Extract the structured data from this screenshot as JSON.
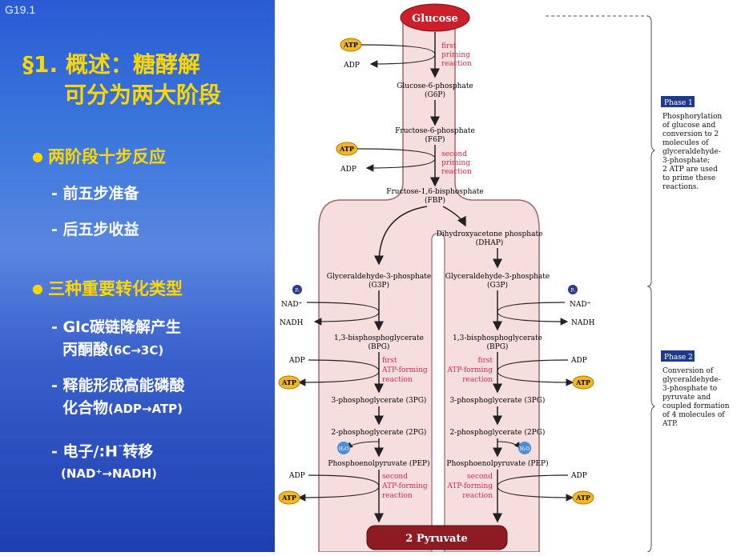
{
  "slide": {
    "id": "G19.1",
    "title_line1": "§1. 概述：糖酵解",
    "title_line2": "可分为两大阶段",
    "bullets": [
      {
        "text": "两阶段十步反应",
        "subs": [
          "- 前五步准备",
          "- 后五步收益"
        ]
      },
      {
        "text": "三种重要转化类型",
        "subs": [
          "- Glc碳链降解产生",
          "丙酮酸",
          "(6C→3C)",
          "- 释能形成高能磷酸",
          "化合物",
          "(ADP→ATP)",
          "- 电子/:H",
          "⁻",
          "转移",
          "(NAD⁺→NADH)"
        ]
      }
    ]
  },
  "diagram": {
    "glucose": "Glucose",
    "pyruvate": "2 Pyruvate",
    "atp": "ATP",
    "adp": "ADP",
    "nad": "NAD⁺",
    "nadh": "NADH",
    "water": "H₂O",
    "pi": "Pᵢ",
    "g6p": [
      "Glucose-6-phosphate",
      "(G6P)"
    ],
    "f6p": [
      "Fructose-6-phosphate",
      "(F6P)"
    ],
    "fbp": [
      "Fructose-1,6-bisphosphate",
      "(FBP)"
    ],
    "dhap": [
      "Dihydroxyacetone phosphate",
      "(DHAP)"
    ],
    "g3p": [
      "Glyceraldehyde-3-phosphate",
      "(G3P)"
    ],
    "bpg": [
      "1,3-bisphosphoglycerate",
      "(BPG)"
    ],
    "pg3": "3-phosphoglycerate (3PG)",
    "pg2": "2-phosphoglycerate (2PG)",
    "pep": "Phosphoenolpyruvate (PEP)",
    "first_priming": [
      "first",
      "priming",
      "reaction"
    ],
    "second_priming": [
      "second",
      "priming",
      "reaction"
    ],
    "first_atp": [
      "first",
      "ATP-forming",
      "reaction"
    ],
    "second_atp": [
      "second",
      "ATP-forming",
      "reaction"
    ],
    "phase1": {
      "label": "Phase 1",
      "desc": [
        "Phosphorylation",
        "of glucose and",
        "conversion to 2",
        "molecules of",
        "glyceraldehyde-",
        "3-phosphate;",
        "2 ATP are used",
        "to prime these",
        "reactions."
      ]
    },
    "phase2": {
      "label": "Phase 2",
      "desc": [
        "Conversion of",
        "glyceraldehyde-",
        "3-phosphate to",
        "pyruvate and",
        "coupled formation",
        "of 4 molecules of",
        "ATP."
      ]
    },
    "colors": {
      "pink_fill": "#f6dede",
      "outline": "#9a6a6a",
      "glucose": "#cc1f2c",
      "pyruvate": "#8e1a24",
      "atp": "#f2b821",
      "annotation": "#d42c4a",
      "phase_box": "#1f3a8a"
    }
  }
}
